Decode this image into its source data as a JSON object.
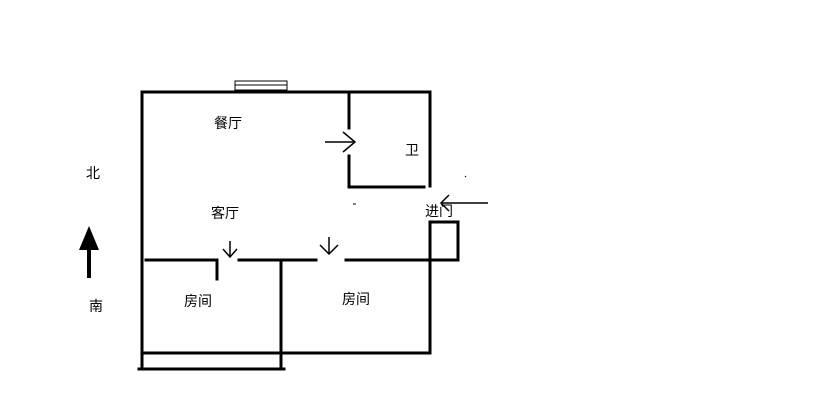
{
  "compass": {
    "north": "北",
    "south": "南"
  },
  "rooms": {
    "dining": "餐厅",
    "bathroom": "卫",
    "living": "客厅",
    "entrance": "进门",
    "room_left": "房间",
    "room_right": "房间"
  },
  "colors": {
    "wall": "#000000",
    "background": "#ffffff"
  },
  "icons": [
    "north-arrow-icon",
    "door-arrow-icon"
  ]
}
